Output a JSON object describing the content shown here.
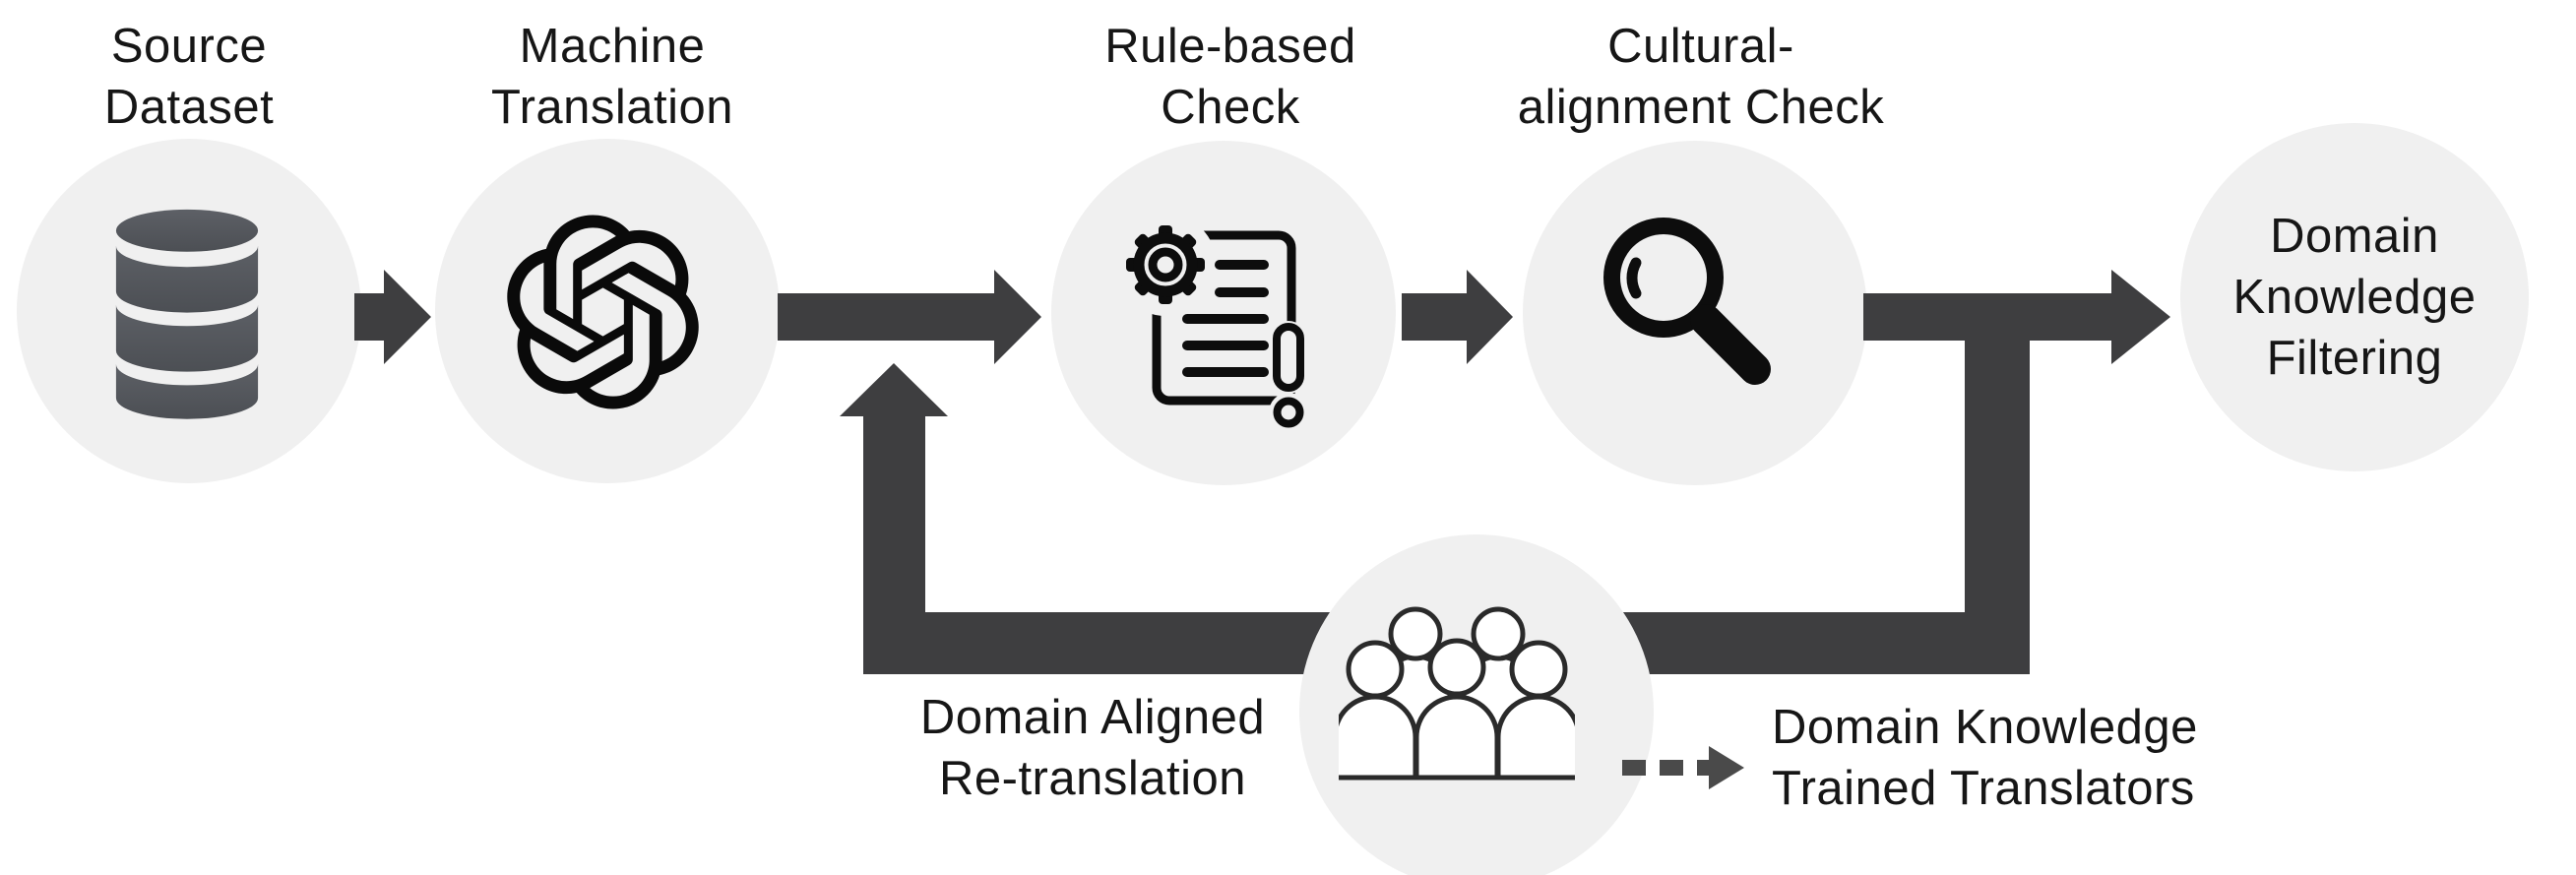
{
  "diagram": {
    "name": "translation-data-pipeline"
  },
  "stages": [
    {
      "id": "source-dataset",
      "label_lines": [
        "Source",
        "Dataset"
      ],
      "icon": "database-icon"
    },
    {
      "id": "machine-translation",
      "label_lines": [
        "Machine",
        "Translation"
      ],
      "icon": "openai-logo-icon"
    },
    {
      "id": "rule-based-check",
      "label_lines": [
        "Rule-based",
        "Check"
      ],
      "icon": "gear-document-icon"
    },
    {
      "id": "cultural-alignment-check",
      "label_lines": [
        "Cultural-",
        "alignment Check"
      ],
      "icon": "magnifying-glass-icon"
    },
    {
      "id": "domain-knowledge-filtering",
      "label_lines": [
        "Domain",
        "Knowledge",
        "Filtering"
      ],
      "icon": null
    }
  ],
  "feedback": {
    "label_lines": [
      "Domain Aligned",
      "Re-translation"
    ],
    "icon": "people-group-icon",
    "annotation_lines": [
      "Domain Knowledge",
      "Trained Translators"
    ]
  },
  "colors": {
    "arrow": "#3e3e40",
    "dashed_arrow": "#4a4a4a",
    "stage_circle_bg": "#f0f0f0",
    "text": "#161616",
    "icon_stroke": "#0d0d0d",
    "people_stroke": "#2a2a2a",
    "database_icon_top": "#5d6066",
    "database_icon_bottom": "#4c4f54"
  }
}
